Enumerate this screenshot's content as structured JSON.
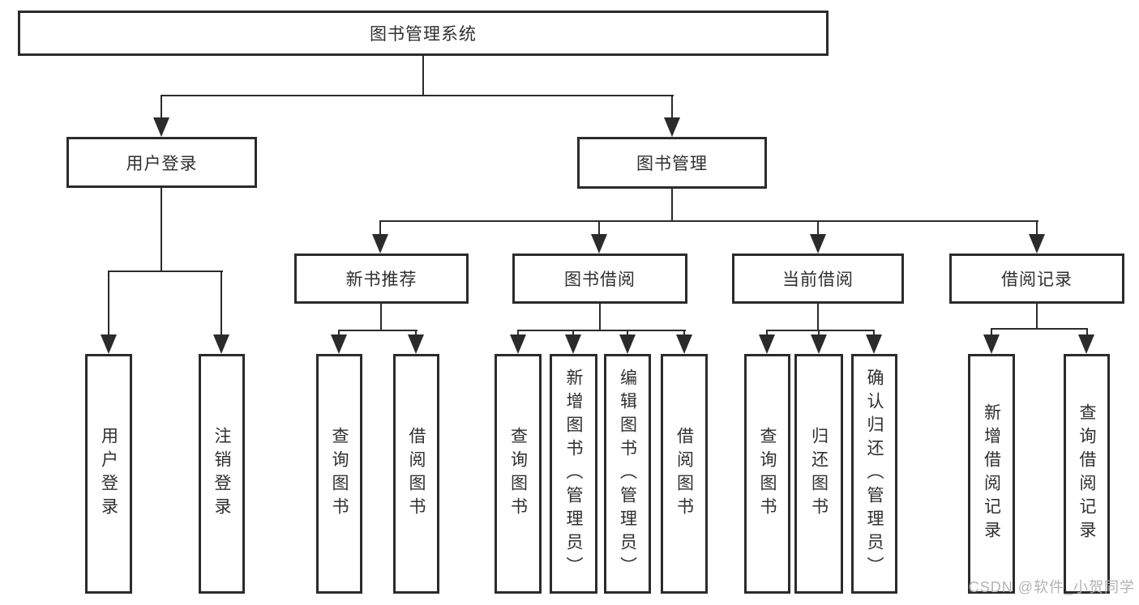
{
  "diagram": {
    "root": {
      "label": "图书管理系统"
    },
    "level2": {
      "user_login": {
        "label": "用户登录"
      },
      "book_management": {
        "label": "图书管理"
      }
    },
    "level3": {
      "new_book_recommend": {
        "label": "新书推荐"
      },
      "book_borrow": {
        "label": "图书借阅"
      },
      "current_borrow": {
        "label": "当前借阅"
      },
      "borrow_records": {
        "label": "借阅记录"
      }
    },
    "leaves": {
      "user_login": {
        "label": "用户登录"
      },
      "logout": {
        "label": "注销登录"
      },
      "nbr_query_books": {
        "label": "查询图书"
      },
      "nbr_borrow_books": {
        "label": "借阅图书"
      },
      "bb_query_books": {
        "label": "查询图书"
      },
      "bb_add_books": {
        "label": "新增图书（管理员）"
      },
      "bb_edit_books": {
        "label": "编辑图书（管理员）"
      },
      "bb_borrow_books": {
        "label": "借阅图书"
      },
      "cb_query_books": {
        "label": "查询图书"
      },
      "cb_return_books": {
        "label": "归还图书"
      },
      "cb_confirm_return": {
        "label": "确认归还（管理员）"
      },
      "br_add_record": {
        "label": "新增借阅记录"
      },
      "br_query_record": {
        "label": "查询借阅记录"
      }
    }
  },
  "watermark": {
    "text": "CSDN @软件_小贺同学",
    "color": "#b3b3b3"
  },
  "colors": {
    "line": "#2b2b2b",
    "text": "#2f2f2f",
    "background": "#ffffff"
  }
}
